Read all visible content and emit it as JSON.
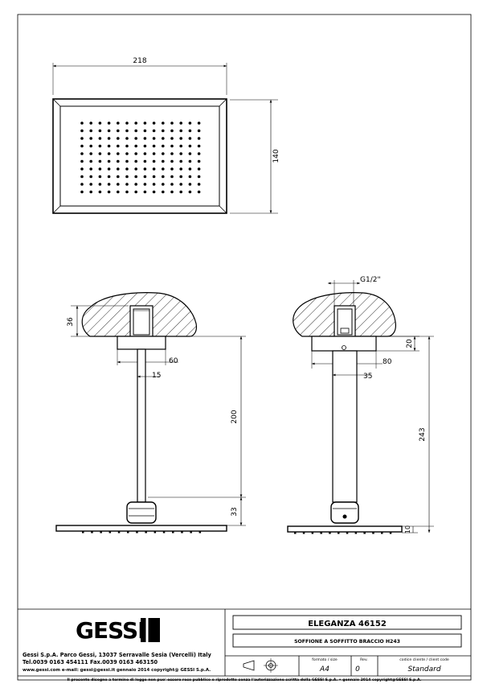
{
  "top_view": {
    "width_dim": "218",
    "height_dim": "140"
  },
  "side_view": {
    "dim_36": "36",
    "dim_60": "60",
    "dim_15": "15",
    "dim_200": "200",
    "dim_33": "33"
  },
  "front_view": {
    "thread": "G1/2\"",
    "dim_20": "20",
    "dim_80": "80",
    "dim_35": "35",
    "dim_243": "243",
    "dim_10": "10"
  },
  "title_block": {
    "brand": "GESSI",
    "company_line": "Gessi S.p.A. Parco Gessi, 13037 Serravalle Sesia (Vercelli) Italy",
    "phone_line": "Tel.0039  0163  454111  Fax.0039  0163  463150",
    "web_line": "www.gessi.com  e-mail: gessi@gessi.it   gennaio  2014   copyright@ GESSI  S.p.A.",
    "product_name": "ELEGANZA  46152",
    "product_desc": "SOFFIONE A SOFFITTO BRACCIO H243",
    "format_label": "formato / size",
    "format_value": "A4",
    "rev_label": "Rev.",
    "rev_value": "0",
    "code_label": "codice cliente / client code",
    "code_value": "Standard",
    "footer": "Il presente disegno a termine di legge non puo' essere reso pubblico o riprodotto senza l'autorizzazione scritta della GESSI S.p.A.  •  gennaio 2014  copyright@GESSI S.p.A."
  }
}
